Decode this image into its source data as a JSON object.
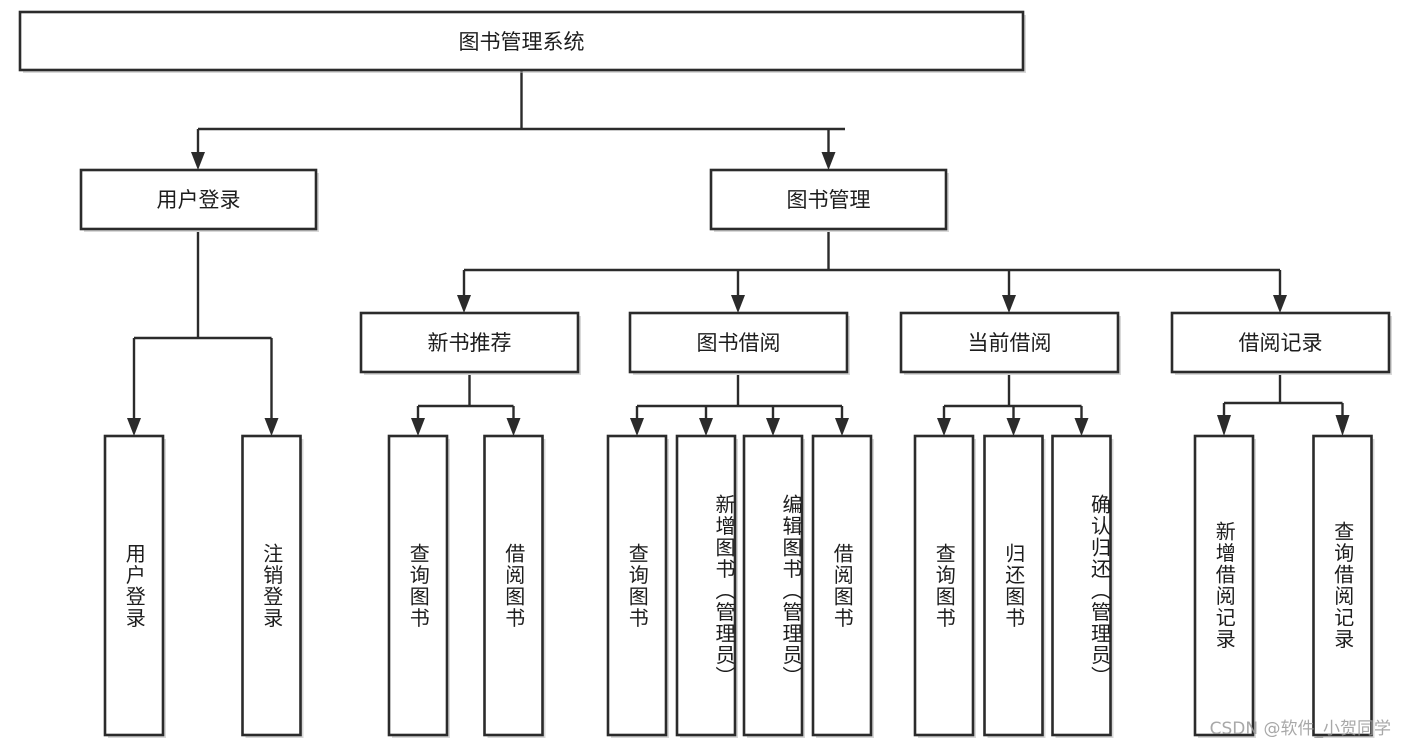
{
  "diagram": {
    "title": "图书管理系统",
    "type": "tree-hierarchy",
    "watermark": "CSDN @软件_小贺同学",
    "colors": {
      "stroke": "#2b2b2b",
      "fill": "#ffffff",
      "background": "#ffffff",
      "watermark": "#9a9a9a"
    },
    "root": {
      "label": "图书管理系统"
    },
    "level2": [
      {
        "label": "用户登录"
      },
      {
        "label": "图书管理"
      }
    ],
    "level3": [
      {
        "label": "新书推荐"
      },
      {
        "label": "图书借阅"
      },
      {
        "label": "当前借阅"
      },
      {
        "label": "借阅记录"
      }
    ],
    "leaves": {
      "user_login": [
        {
          "label": "用户登录"
        },
        {
          "label": "注销登录"
        }
      ],
      "new_book": [
        {
          "label": "查询图书"
        },
        {
          "label": "借阅图书"
        }
      ],
      "book_borrow": [
        {
          "label": "查询图书"
        },
        {
          "label": "新增图书（管理员）"
        },
        {
          "label": "编辑图书（管理员）"
        },
        {
          "label": "借阅图书"
        }
      ],
      "current_borrow": [
        {
          "label": "查询图书"
        },
        {
          "label": "归还图书"
        },
        {
          "label": "确认归还（管理员）"
        }
      ],
      "borrow_record": [
        {
          "label": "新增借阅记录"
        },
        {
          "label": "查询借阅记录"
        }
      ]
    }
  }
}
